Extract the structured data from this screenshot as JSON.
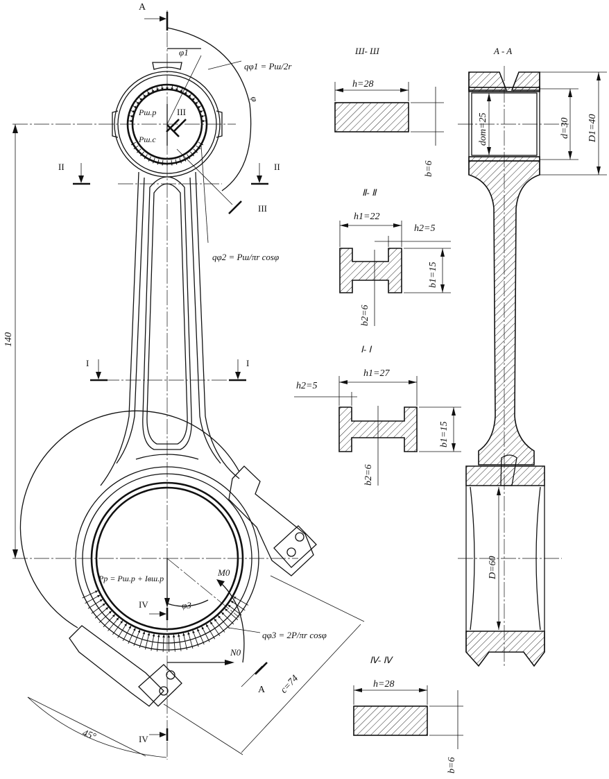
{
  "sections": {
    "a_top": "A",
    "a_bottom": "A",
    "sec1_left": "I",
    "sec1_right": "I",
    "sec2_left": "II",
    "sec2_right": "II",
    "sec3_center": "III",
    "sec3_bottom": "III",
    "sec4_left": "IV",
    "sec4_bottom": "IV",
    "title_aa": "A - A",
    "title_33": "Ш- Ш",
    "title_22": "Ⅱ- Ⅱ",
    "title_11": "Ⅰ- Ⅰ",
    "title_44": "Ⅳ- Ⅳ"
  },
  "dims": {
    "length": "140",
    "s3_h": "h=28",
    "s3_b": "b=6",
    "s2_h1": "h1=22",
    "s2_h2": "h2=5",
    "s2_b1": "b1=15",
    "s2_b2": "b2=6",
    "s1_h1": "h1=27",
    "s1_h2": "h2=5",
    "s1_b1": "b1=15",
    "s1_b2": "b2=6",
    "s4_h": "h=28",
    "s4_b": "b=6",
    "aa_dot": "dот=25",
    "aa_d": "d=30",
    "aa_D1": "D1=40",
    "aa_D": "D=60",
    "c": "c=74",
    "angle": "45°"
  },
  "labels": {
    "phi1": "φ1",
    "phi": "φ",
    "phi3": "φ3",
    "q1": "qφ1 = Pш/2r",
    "q2": "qφ2 = Pш/πr cosφ",
    "q3": "qφ3 = 2P/πr cosφ",
    "psh_r": "Pш.р",
    "psh_c": "Pш.с",
    "pp": "Pр = Pш.р + Iвш.р",
    "m0": "M0",
    "n0": "N0"
  }
}
